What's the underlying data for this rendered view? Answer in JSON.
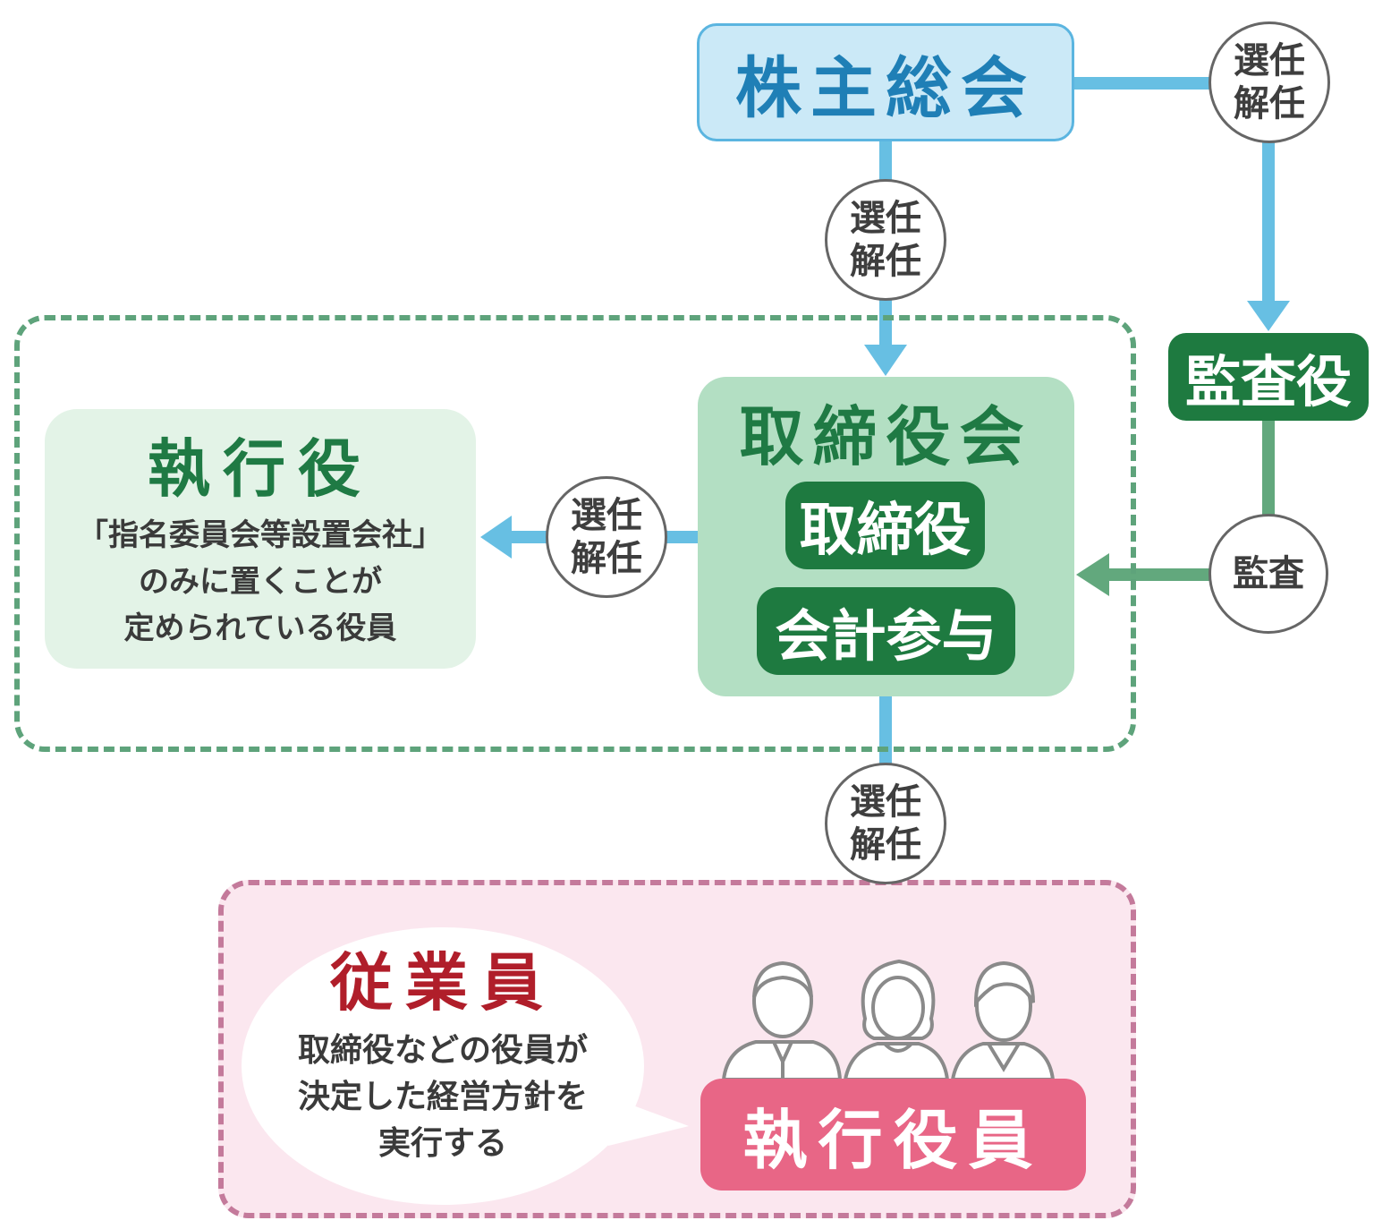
{
  "colors": {
    "blue_line": "#67bfe3",
    "green_line": "#62a87d",
    "shareholders_fill": "#cbe9f7",
    "board_fill": "#b3dfc3",
    "dark_green": "#1e7a40",
    "pink_frame": "#fbe7ef",
    "officer_fill": "#e86686",
    "employee_red": "#b01e2a"
  },
  "nodes": {
    "shareholders": "株主総会",
    "board": "取締役会",
    "director": "取締役",
    "accounting_advisor": "会計参与",
    "auditor": "監査役",
    "executive": "執行役",
    "executive_desc": "「指名委員会等設置会社」\nのみに置くことが\n定められている役員",
    "employee": "従業員",
    "employee_desc": "取締役などの役員が\n決定した経営方針を\n実行する",
    "executive_officer": "執行役員"
  },
  "badges": {
    "appoint_dismiss": "選任\n解任",
    "audit": "監査"
  },
  "icons": [
    "person-male-icon",
    "person-female-icon",
    "person-staff-icon"
  ]
}
